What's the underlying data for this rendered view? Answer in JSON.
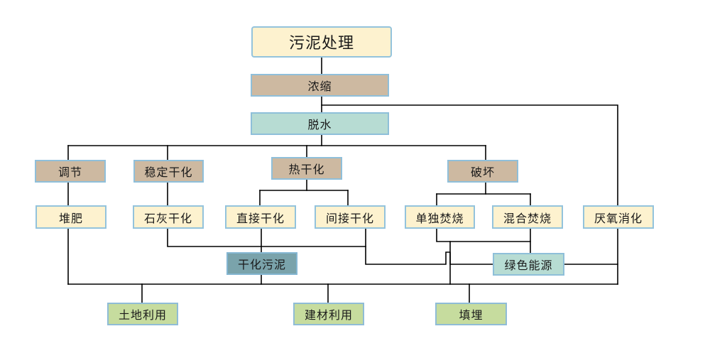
{
  "diagram": {
    "title": "污泥处理",
    "nodes": {
      "concentrate": "浓缩",
      "dewater": "脱水",
      "condition": "调节",
      "stabilize_dry": "稳定干化",
      "thermal_dry": "热干化",
      "break": "破坏",
      "compost": "堆肥",
      "lime_dry": "石灰干化",
      "direct_dry": "直接干化",
      "indirect_dry": "间接干化",
      "mono_incineration": "单独焚烧",
      "co_incineration": "混合焚烧",
      "anaerobic_digestion": "厌氧消化",
      "dried_sludge": "干化污泥",
      "green_energy": "绿色能源",
      "land_use": "土地利用",
      "building_material_use": "建材利用",
      "landfill": "填埋"
    },
    "colors": {
      "process_stage": "#cdb9a1",
      "dewater_stage": "#b7dcd3",
      "method": "#fdf2cf",
      "product": "#7aa3ab",
      "disposal": "#c6dc9e",
      "border": "#93c3dc",
      "connector": "#000000"
    }
  }
}
